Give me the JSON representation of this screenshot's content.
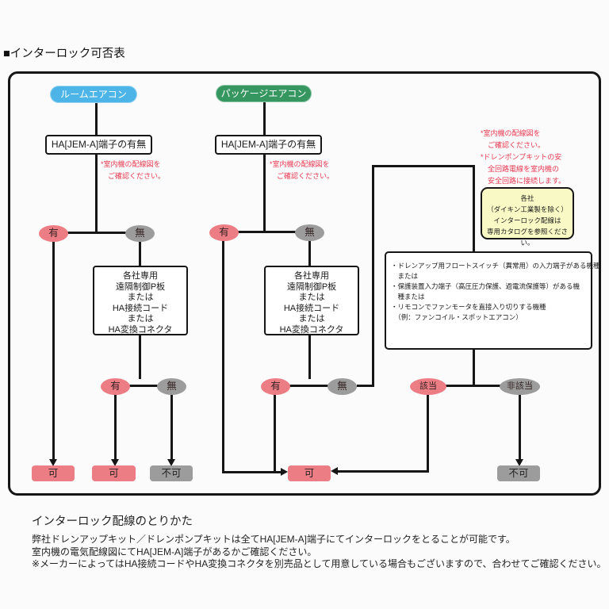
{
  "page": {
    "title": "■インターロック可否表"
  },
  "colors": {
    "accent_pink": "#ed7d84",
    "accent_gray": "#9c9c9c",
    "pill_blue": "#4db4e7",
    "pill_green": "#35975f",
    "note_yellow": "#f9f9c5",
    "note_red": "#e73952",
    "line_black": "#161616"
  },
  "flow": {
    "room_pill": "ルームエアコン",
    "package_pill": "パッケージエアコン",
    "ha_question": "HA[JEM-A]端子の有無",
    "wiring_note": [
      "*室内機の配線図を",
      "　ご確認ください。"
    ],
    "right_note": [
      "*室内機の配線図を",
      "　ご確認ください。",
      "*ドレンポンプキットの安",
      "　全回路電線を室内機の",
      "　安全回路に接続します。"
    ],
    "yellow_note": [
      "各社",
      "（ダイキン工業製を除く）",
      "インターロック配線は",
      "専用カタログを参照ください。"
    ],
    "adapter_box": [
      "各社専用",
      "遠隔制御P板",
      "または",
      "HA接続コード",
      "または",
      "HA変換コネクタ"
    ],
    "condition_box": [
      "・ドレンアップ用フロートスイッチ（異常用）の入力端子がある機種",
      "　または",
      "・保護装置入力端子（高圧圧力保護、過電流保護等）がある機",
      "　種または",
      "・リモコンでファンモータを直接入り切りする機種",
      "　（例：ファンコイル・スポットエアコン）"
    ],
    "branch_yes": "有",
    "branch_no": "無",
    "branch_applicable": "該当",
    "branch_not_applicable": "非該当",
    "result_ok": "可",
    "result_ng": "不可"
  },
  "footer": {
    "heading": "インターロック配線のとりかた",
    "lines": [
      "弊社ドレンアップキット／ドレンポンプキットは全てHA[JEM-A]端子にてインターロックをとることが可能です。",
      "室内機の電気配線図にてHA[JEM-A]端子があるかご確認ください。",
      "※メーカーによってはHA接続コードやHA変換コネクタを別売品として用意している場合もございますので、合わせてご確認ください。"
    ]
  }
}
